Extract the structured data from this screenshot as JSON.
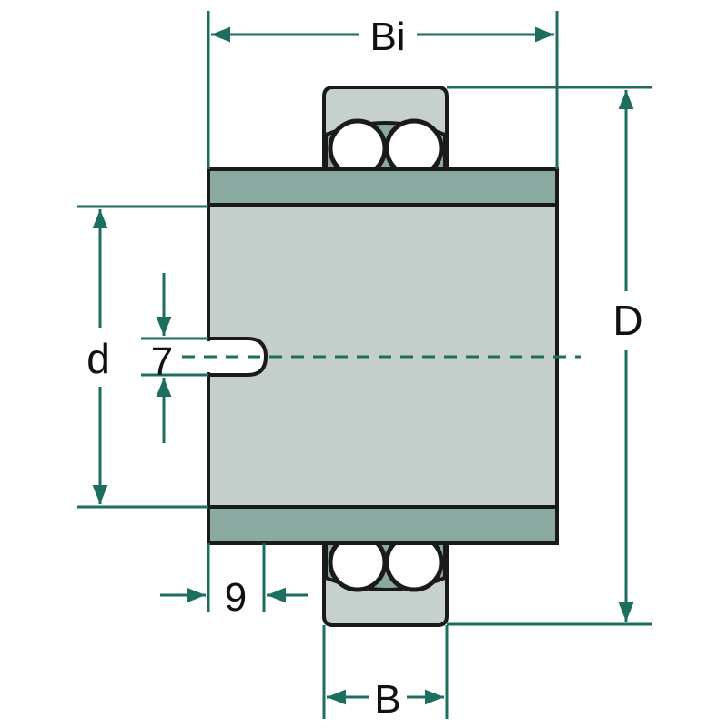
{
  "labels": {
    "bi": "Bi",
    "D": "D",
    "d": "d",
    "slot_width": "7",
    "offset": "9",
    "B": "B"
  },
  "colors": {
    "dimension": "#1d6e5e",
    "outline": "#1a1a1a",
    "body": "#c4cfcb",
    "band": "#8aaaa1",
    "ring": "#c6d1cd"
  }
}
